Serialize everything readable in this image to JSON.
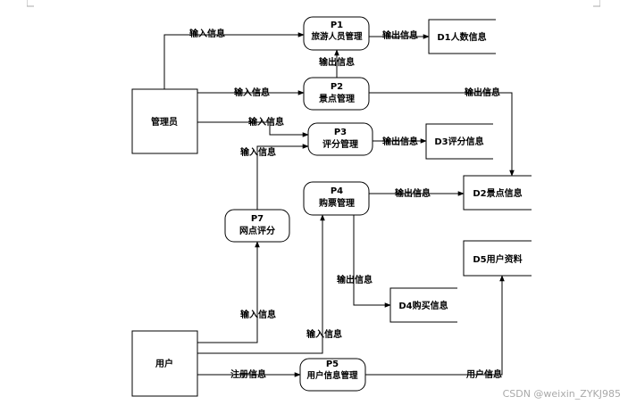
{
  "entities": {
    "admin": "管理员",
    "user": "用户"
  },
  "processes": {
    "p1": {
      "id": "P1",
      "name": "旅游人员管理"
    },
    "p2": {
      "id": "P2",
      "name": "景点管理"
    },
    "p3": {
      "id": "P3",
      "name": "评分管理"
    },
    "p4": {
      "id": "P4",
      "name": "购票管理"
    },
    "p5": {
      "id": "P5",
      "name": "用户信息管理"
    },
    "p7": {
      "id": "P7",
      "name": "网点评分"
    }
  },
  "stores": {
    "d1": "D1人数信息",
    "d2": "D2景点信息",
    "d3": "D3评分信息",
    "d4": "D4购买信息",
    "d5": "D5用户资料"
  },
  "flows": {
    "admin_to_p1": "输入信息",
    "p1_to_d1": "输出信息",
    "p2_to_p1": "输出信息",
    "admin_to_p2": "输入信息",
    "p2_to_d2": "输出信息",
    "admin_to_p3": "输入信息",
    "p3_to_d3": "输出信息",
    "p7_to_p3": "输入信息",
    "p4_to_d2": "输出信息",
    "p4_to_d4": "输出信息",
    "user_to_p7": "输入信息",
    "user_to_p4": "输入信息",
    "user_to_p5": "注册信息",
    "p5_to_d5": "用户信息"
  },
  "watermark": "CSDN @weixin_ZYKJ985"
}
